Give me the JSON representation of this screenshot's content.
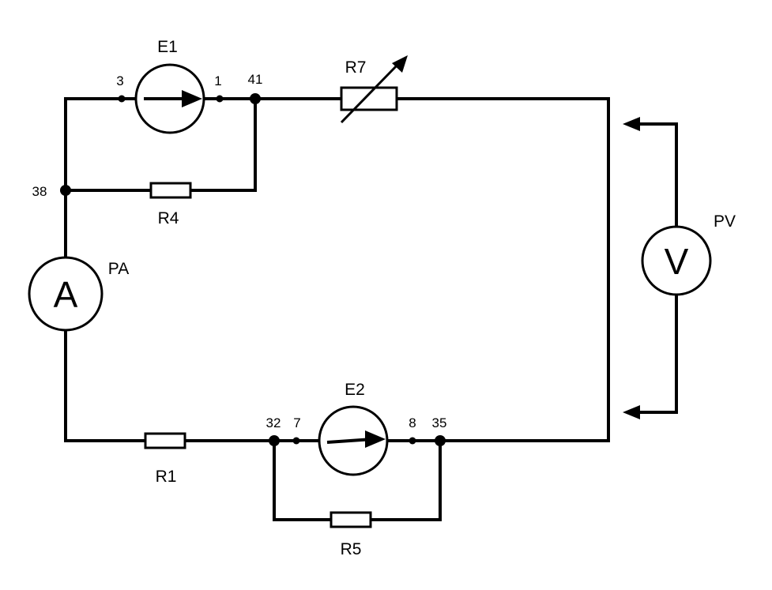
{
  "components": {
    "E1": "E1",
    "E2": "E2",
    "R1": "R1",
    "R4": "R4",
    "R5": "R5",
    "R7": "R7",
    "PA": "PA",
    "PV": "PV"
  },
  "meters": {
    "ammeter_letter": "A",
    "voltmeter_letter": "V"
  },
  "nodes": {
    "n3": "3",
    "n1": "1",
    "n41": "41",
    "n38": "38",
    "n32": "32",
    "n7": "7",
    "n8": "8",
    "n35": "35"
  },
  "colors": {
    "line": "#000000",
    "background": "#ffffff"
  }
}
